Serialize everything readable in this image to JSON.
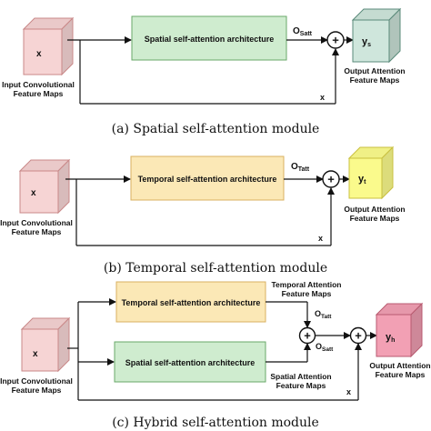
{
  "colors": {
    "input_cube": "#f6d4d4",
    "spatial_box": "#cfeccf",
    "temporal_box": "#fbe8b6",
    "output_a": "#cfe6dc",
    "output_b": "#fafa8c",
    "output_c": "#f2a0b4",
    "line": "#111111"
  },
  "common": {
    "input_label_1": "Input Convolutional",
    "input_label_2": "Feature Maps",
    "x": "x",
    "plus": "+"
  },
  "panel_a": {
    "box_label": "Spatial self-attention architecture",
    "o_main": "O",
    "o_sub": "Satt",
    "y_main": "y",
    "y_sub": "s",
    "output_label_1": "Output Attention",
    "output_label_2": "Feature Maps",
    "caption": "(a) Spatial self-attention module"
  },
  "panel_b": {
    "box_label": "Temporal self-attention architecture",
    "o_main": "O",
    "o_sub": "Tatt",
    "y_main": "y",
    "y_sub": "t",
    "output_label_1": "Output Attention",
    "output_label_2": "Feature Maps",
    "caption": "(b) Temporal self-attention module"
  },
  "panel_c": {
    "temporal_box_label": "Temporal self-attention architecture",
    "spatial_box_label": "Spatial self-attention architecture",
    "temporal_maps_1": "Temporal Attention",
    "temporal_maps_2": "Feature Maps",
    "spatial_maps_1": "Spatial Attention",
    "spatial_maps_2": "Feature Maps",
    "o_t_main": "O",
    "o_t_sub": "Tatt",
    "o_s_main": "O",
    "o_s_sub": "Satt",
    "y_main": "y",
    "y_sub": "h",
    "output_label_1": "Output Attention",
    "output_label_2": "Feature Maps",
    "caption": "(c) Hybrid self-attention module"
  }
}
